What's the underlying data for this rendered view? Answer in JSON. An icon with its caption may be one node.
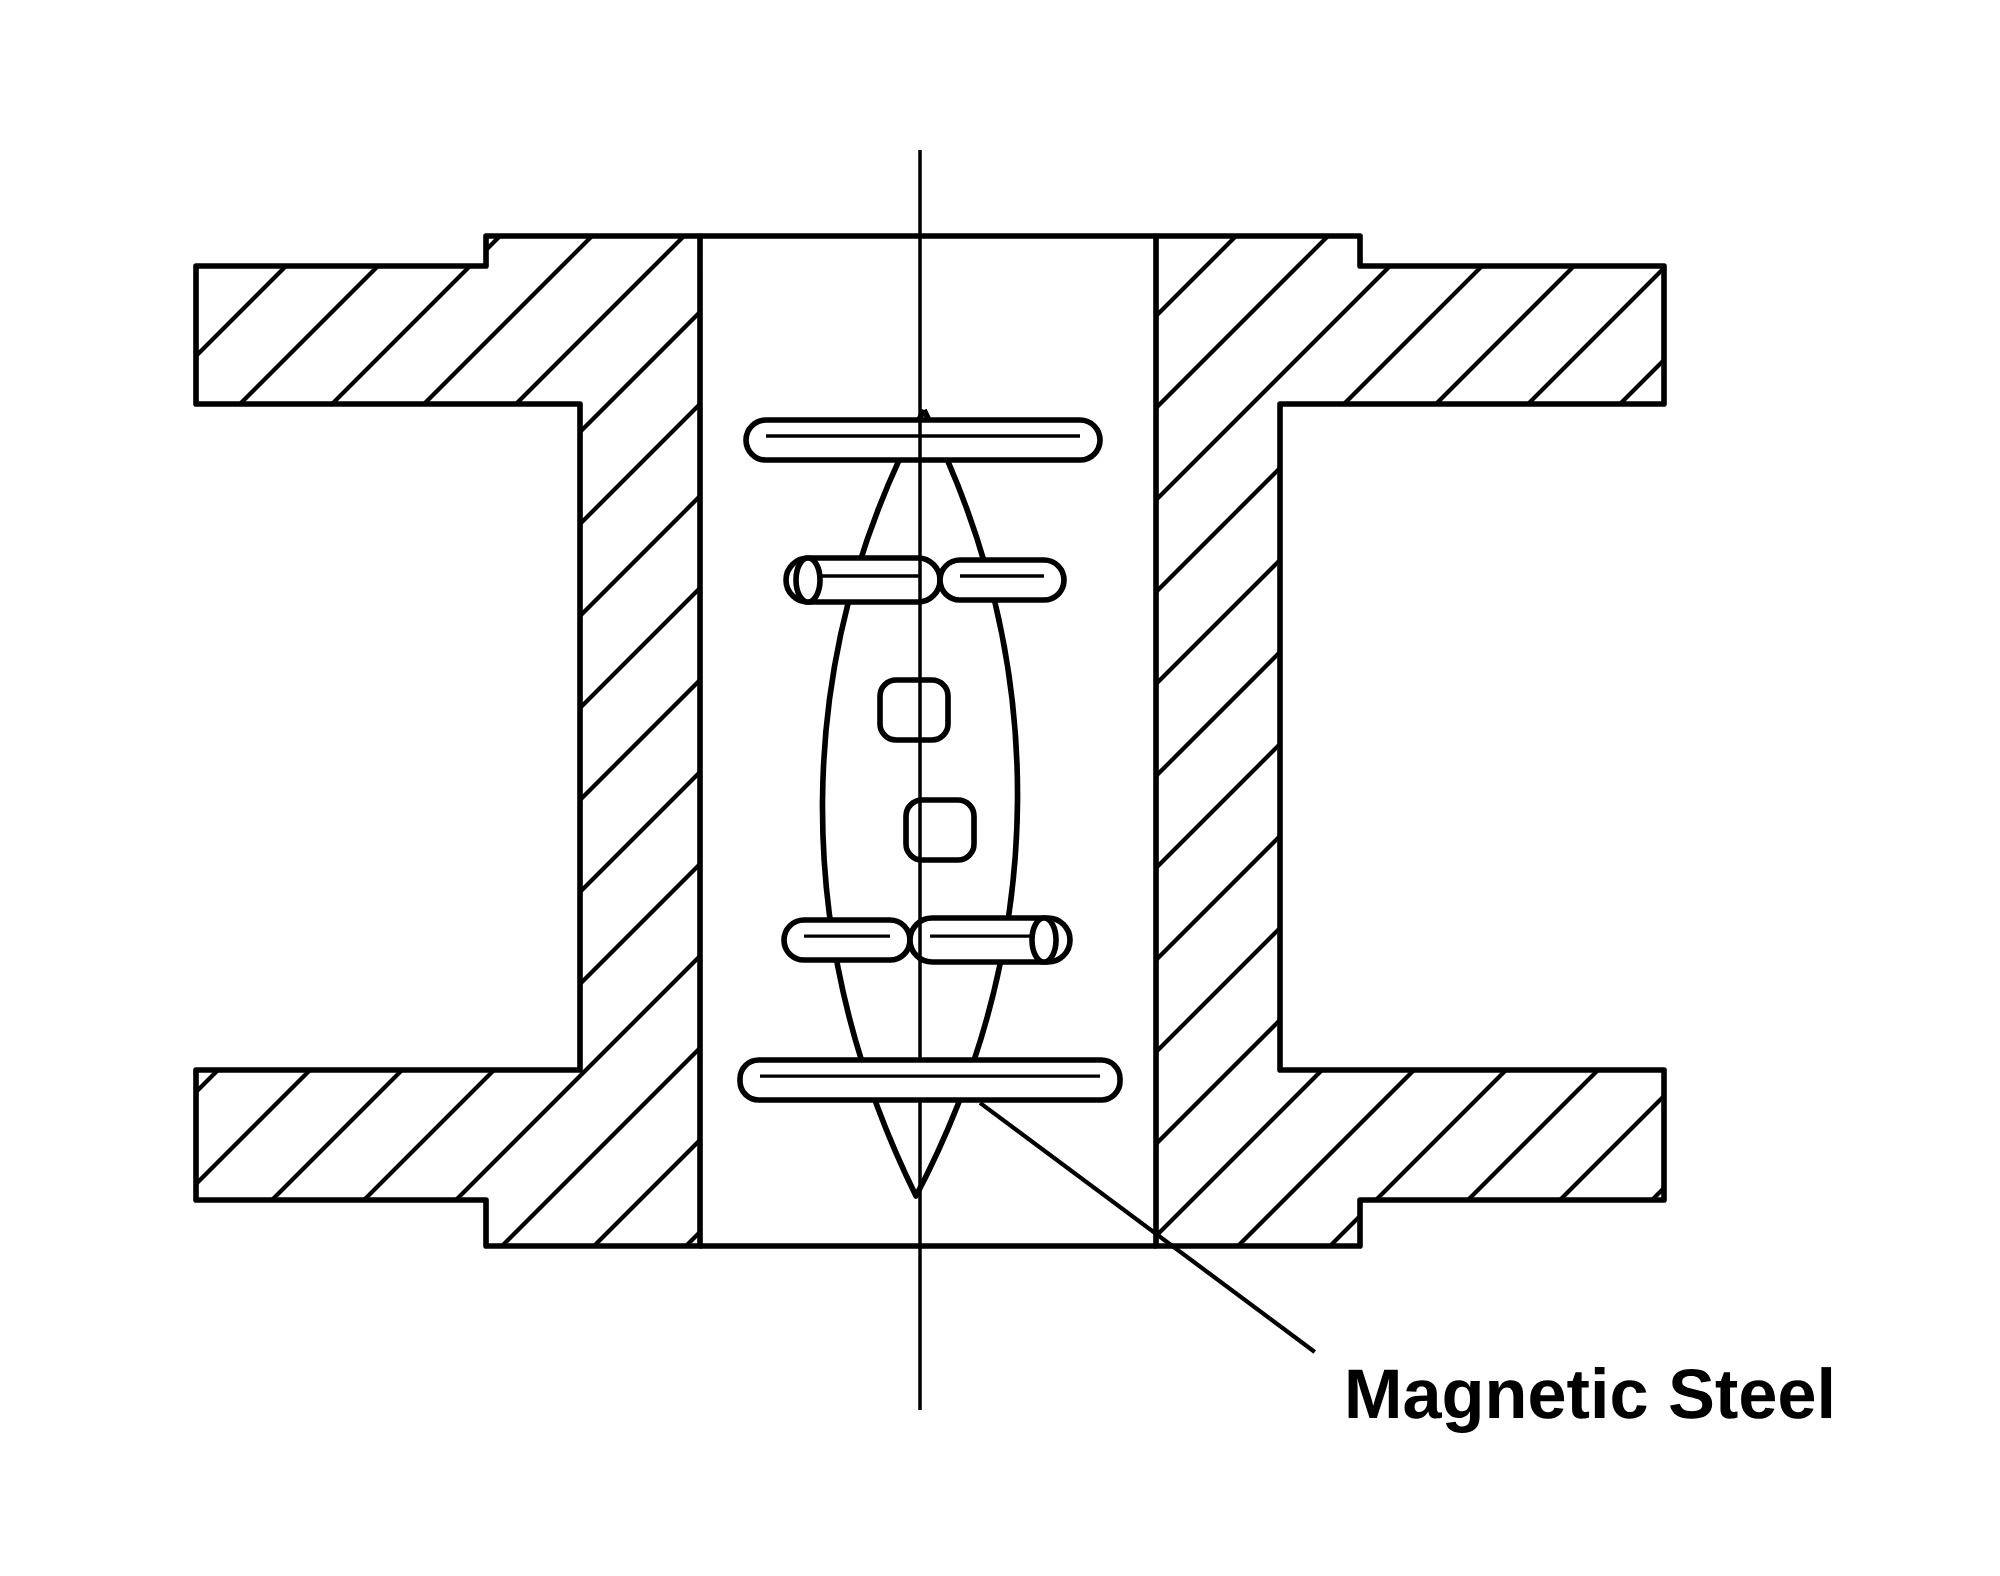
{
  "diagram": {
    "nodes": [
      {
        "text": [
          "Magnetic Steel"
        ]
      },
      {
        "text": [],
        "shape": "bar"
      }
    ],
    "edges": [
      {
        "from": 0,
        "to": 1,
        "arrow": "none"
      }
    ]
  }
}
